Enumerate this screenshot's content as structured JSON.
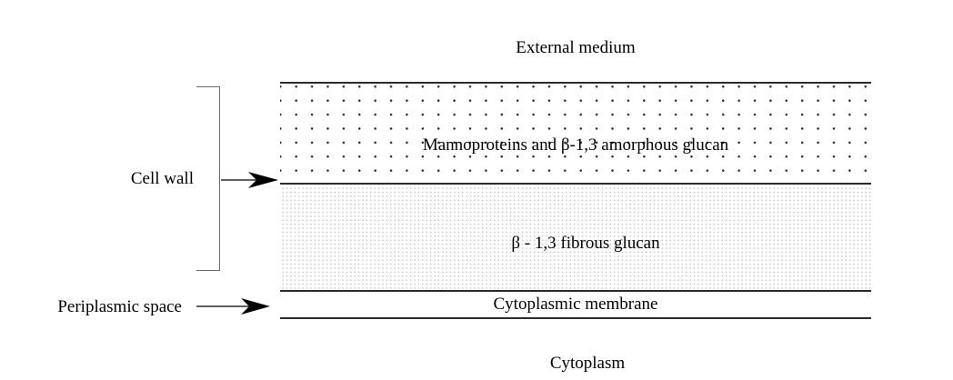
{
  "diagram": {
    "title_region": {
      "external_medium_label": "External medium",
      "cytoplasm_label": "Cytoplasm"
    },
    "side_labels": {
      "cell_wall_label": "Cell wall",
      "periplasmic_space_label": "Periplasmic space"
    },
    "layers": {
      "amorphous": {
        "label": "Mannoproteins and β-1,3 amorphous glucan",
        "texture": "coarse-dots"
      },
      "fibrous": {
        "label": "β - 1,3 fibrous glucan",
        "texture": "fine-dots"
      },
      "membrane": {
        "label": "Cytoplasmic membrane",
        "texture": "plain"
      }
    },
    "colors": {
      "line": "#2b2b2b",
      "bracket": "#6b6b6b",
      "coarse_dot": "#2e2e2e",
      "fine_dot": "#bdbdbd",
      "text": "#000000",
      "background": "#ffffff"
    }
  }
}
